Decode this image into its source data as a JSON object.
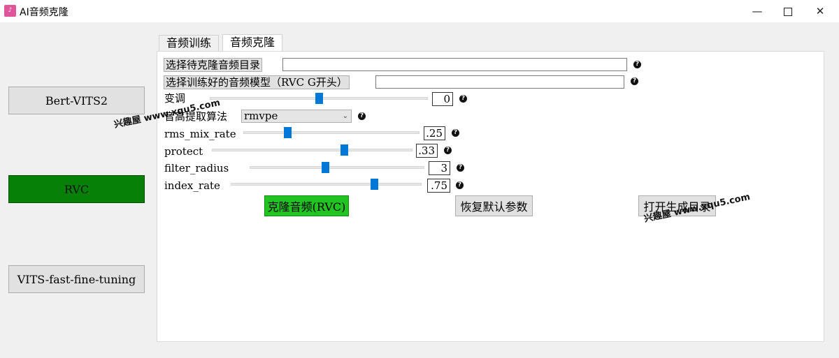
{
  "window": {
    "title": "AI音频克隆",
    "icon": "app-logo-icon",
    "minimize": "—",
    "close": "✕"
  },
  "sidebar": {
    "items": [
      {
        "label": "Bert-VITS2",
        "active": false
      },
      {
        "label": "RVC",
        "active": true
      },
      {
        "label": "VITS-fast-fine-tuning",
        "active": false
      }
    ]
  },
  "tabs": [
    {
      "label": "音频训练",
      "selected": false
    },
    {
      "label": "音频克隆",
      "selected": true
    }
  ],
  "form": {
    "audio_dir_button": "选择待克隆音频目录",
    "audio_dir_value": "",
    "model_button": "选择训练好的音频模型（RVC G开头）",
    "model_value": "",
    "pitch": {
      "label": "变调",
      "value": "0",
      "fraction": 0.5
    },
    "f0_method": {
      "label": "音高提取算法",
      "selected": "rmvpe"
    },
    "rms_mix_rate": {
      "label": "rms_mix_rate",
      "value": ".25",
      "fraction": 0.25
    },
    "protect": {
      "label": "protect",
      "value": ".33",
      "fraction": 0.66
    },
    "filter_radius": {
      "label": "filter_radius",
      "value": "3",
      "fraction": 0.43
    },
    "index_rate": {
      "label": "index_rate",
      "value": ".75",
      "fraction": 0.75
    },
    "help_glyph": "?"
  },
  "actions": {
    "clone": "克隆音频(RVC)",
    "reset": "恢复默认参数",
    "open_output": "打开生成目录"
  },
  "watermark": "兴趣屋 www.xqu5.com",
  "colors": {
    "active_sidebar": "#068006",
    "clone_button": "#22c422",
    "slider_thumb": "#0078d7"
  }
}
